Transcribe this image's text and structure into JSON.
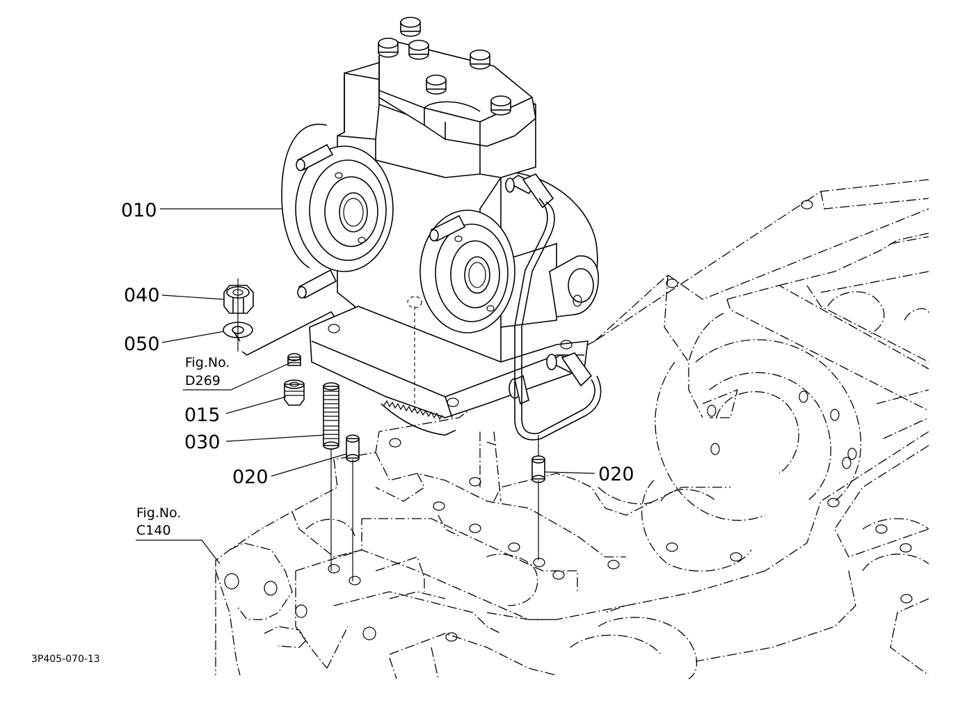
{
  "diagram": {
    "callouts": {
      "p010": "010",
      "p040": "040",
      "p050": "050",
      "p015": "015",
      "p030": "030",
      "p020_left": "020",
      "p020_right": "020"
    },
    "fig_refs": {
      "d269": {
        "line1": "Fig.No.",
        "line2": "D269"
      },
      "c140": {
        "line1": "Fig.No.",
        "line2": "C140"
      }
    },
    "figure_id": "3P405-070-13"
  }
}
